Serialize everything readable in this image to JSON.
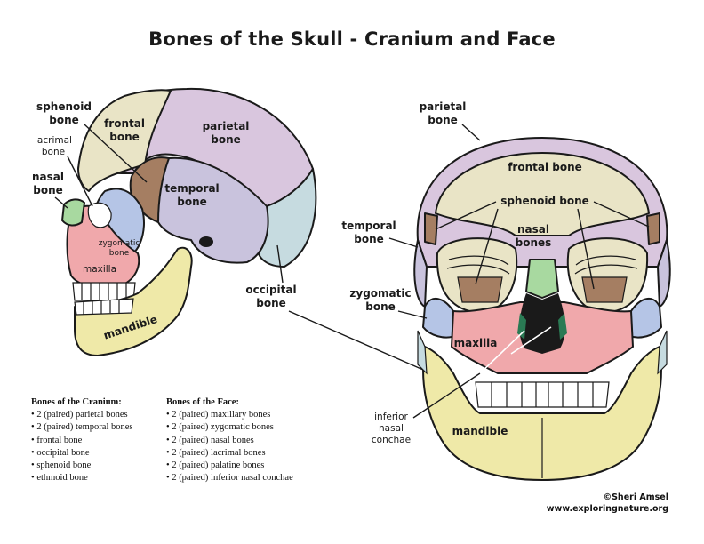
{
  "title": "Bones of the Skull - Cranium and Face",
  "side_view": {
    "labels": {
      "sphenoid": [
        "sphenoid",
        "bone"
      ],
      "frontal": [
        "frontal",
        "bone"
      ],
      "parietal": [
        "parietal",
        "bone"
      ],
      "lacrimal": [
        "lacrimal",
        "bone"
      ],
      "nasal": [
        "nasal",
        "bone"
      ],
      "temporal": [
        "temporal",
        "bone"
      ],
      "zygomatic": [
        "zygomatic",
        "bone"
      ],
      "maxilla": "maxilla",
      "mandible": "mandible",
      "occipital": [
        "occipital",
        "bone"
      ]
    }
  },
  "front_view": {
    "labels": {
      "parietal": [
        "parietal",
        "bone"
      ],
      "frontal": "frontal bone",
      "sphenoid": "sphenoid bone",
      "temporal": [
        "temporal",
        "bone"
      ],
      "nasal": [
        "nasal",
        "bones"
      ],
      "zygomatic": [
        "zygomatic",
        "bone"
      ],
      "maxilla": "maxilla",
      "inferior_nasal_conchae": [
        "inferior",
        "nasal",
        "conchae"
      ],
      "mandible": "mandible"
    }
  },
  "cranium_list": {
    "heading": "Bones of the Cranium:",
    "items": [
      "2 (paired) parietal bones",
      "2 (paired) temporal bones",
      "frontal bone",
      "occipital bone",
      "sphenoid bone",
      "ethmoid bone"
    ]
  },
  "face_list": {
    "heading": "Bones of the Face:",
    "items": [
      "2 (paired) maxillary bones",
      "2 (paired) zygomatic bones",
      "2 (paired) nasal bones",
      "2 (paired) lacrimal bones",
      "2 (paired) palatine bones",
      "2 (paired) inferior nasal conchae"
    ]
  },
  "credit": {
    "author": "©Sheri Amsel",
    "site": "www.exploringnature.org"
  },
  "colors": {
    "frontal": "#e9e4c6",
    "parietal": "#d9c6de",
    "temporal": "#c9c3dd",
    "occipital": "#c6dbe0",
    "sphenoid": "#a57e62",
    "zygomatic": "#b5c5e6",
    "maxilla": "#f0a8ab",
    "mandible": "#efe9a8",
    "nasal": "#a8d9a0",
    "teeth": "#ffffff",
    "outline": "#1a1a1a"
  }
}
